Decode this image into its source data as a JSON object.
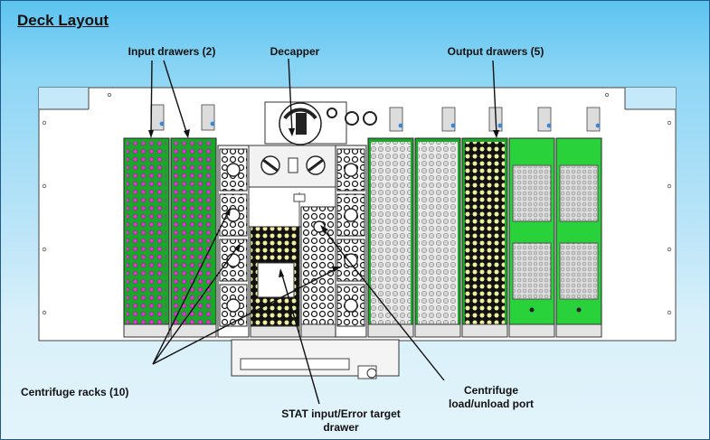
{
  "title": "Deck Layout",
  "labels": {
    "input_drawers": "Input drawers (2)",
    "decapper": "Decapper",
    "output_drawers": "Output drawers (5)",
    "centrifuge_racks": "Centrifuge racks (10)",
    "centrifuge_port_line1": "Centrifuge",
    "centrifuge_port_line2": "load/unload port",
    "stat_line1": "STAT input/Error target",
    "stat_line2": "drawer"
  },
  "colors": {
    "input_drawer_fill": "#1aa82a",
    "input_tube_dot": "#d43cc8",
    "output_green": "#29d23a",
    "background_top": "#5cc4f0",
    "background_bottom": "#e3f4fb"
  }
}
